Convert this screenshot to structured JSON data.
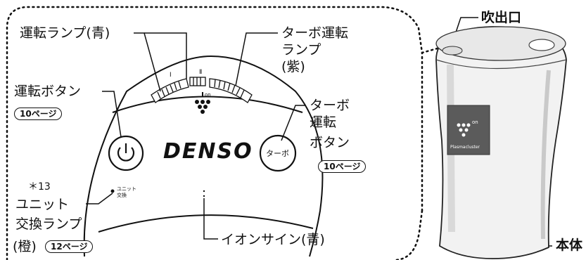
{
  "labels": {
    "run_lamp": "運転ランプ(青)",
    "turbo_lamp_l1": "ターボ運転",
    "turbo_lamp_l2": "ランプ",
    "turbo_lamp_l3": "(紫)",
    "run_button": "運転ボタン",
    "run_button_ref": "10ページ",
    "turbo_button_l1": "ターボ",
    "turbo_button_l2": "運転",
    "turbo_button_l3": "ボタン",
    "turbo_button_ref": "10ページ",
    "note_marker": "＊13",
    "unit_lamp_l1": "ユニット",
    "unit_lamp_l2": "交換ランプ",
    "unit_lamp_l3": "(橙)",
    "unit_lamp_ref": "12ページ",
    "ion_sign": "イオンサイン(青)",
    "outlet": "吹出口",
    "body": "本体"
  },
  "panel": {
    "brand": "DENSO",
    "turbo_button_text": "ターボ",
    "unit_small_l1": "ユニット",
    "unit_small_l2": "交換",
    "level_1": "Ⅰ",
    "level_2": "Ⅱ",
    "ion_mark": "on"
  },
  "device": {
    "badge_ion": "on",
    "badge_text": "Plasmacluster"
  }
}
